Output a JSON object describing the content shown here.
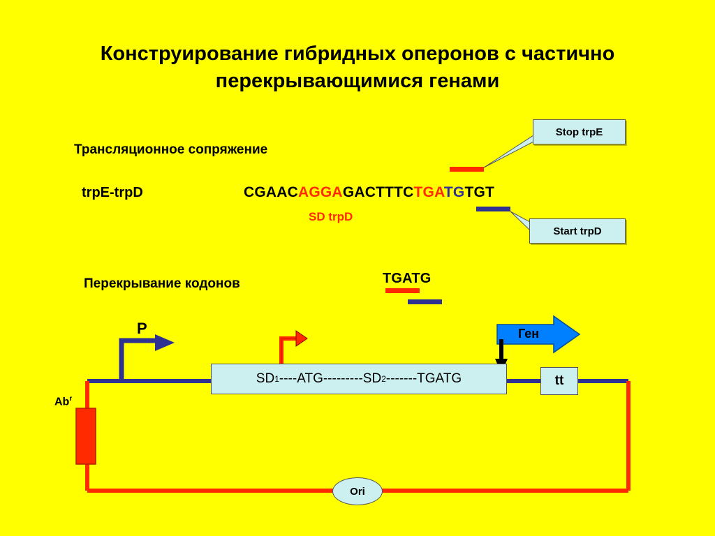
{
  "title": {
    "line1": "Конструирование гибридных оперонов с частично",
    "line2": "перекрывающимися генами"
  },
  "translational_coupling_label": "Трансляционное сопряжение",
  "operon_label": "trpE-trpD",
  "sequence": {
    "part1": "CGAAC",
    "part2_sd": "AGGA",
    "part3": "GACTTTC",
    "part4_stop": "TGA",
    "part5_start": "TG",
    "part6": "TGT"
  },
  "sd_trpd_label": "SD trpD",
  "callout_stop": "Stop trpE",
  "callout_start": "Start trpD",
  "codon_overlap_label": "Перекрывание кодонов",
  "overlap_seq": {
    "red": "TGA",
    "rest": "TG"
  },
  "promoter_label": "P",
  "gene_label": "Ген",
  "operon_box": {
    "p1": "SD",
    "sub1": "1",
    "p2": "----ATG---------SD",
    "sub2": "2",
    "p3": "-------TGATG"
  },
  "terminator_label": "tt",
  "resistance_label": "Ab",
  "resistance_sup": "r",
  "origin_label": "Ori",
  "colors": {
    "background": "#FFFF00",
    "red": "#FF2A00",
    "blue": "#2E3192",
    "box_fill": "#CCF0F0"
  }
}
